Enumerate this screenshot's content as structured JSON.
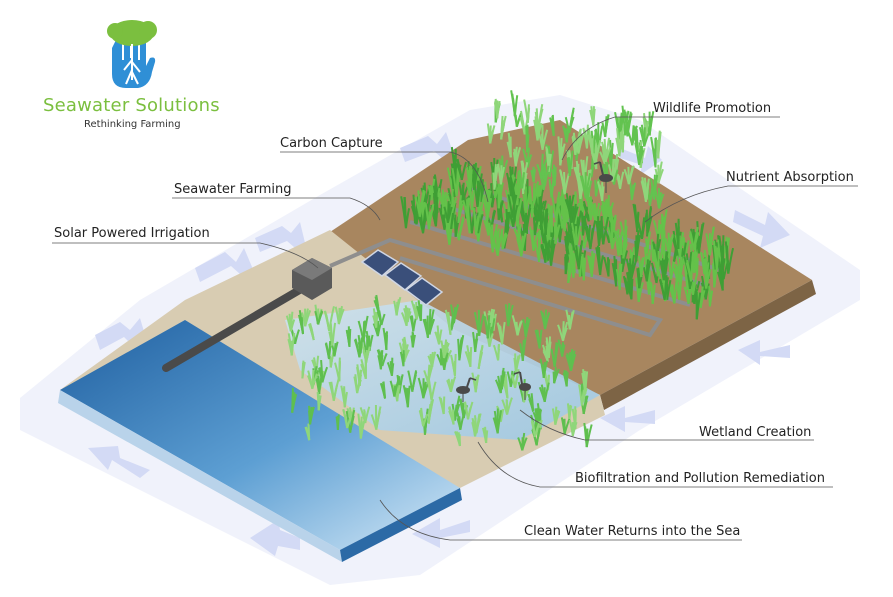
{
  "brand": {
    "name": "Seawater Solutions",
    "tagline": "Rethinking Farming",
    "logo_icon": "tree-hand-logo",
    "colors": {
      "green": "#7bbf3f",
      "blue": "#2f8fd6"
    }
  },
  "callouts": {
    "carbon_capture": "Carbon Capture",
    "seawater_farming": "Seawater Farming",
    "solar_irrigation": "Solar Powered Irrigation",
    "wildlife_promotion": "Wildlife Promotion",
    "nutrient_absorption": "Nutrient Absorption",
    "wetland_creation": "Wetland Creation",
    "biofiltration": "Biofiltration and Pollution Remediation",
    "clean_water": "Clean Water Returns into the Sea"
  },
  "palette": {
    "sea": "#3f86c2",
    "sea_light": "#b9d8ef",
    "sand": "#d7ccb3",
    "soil": "#a8865f",
    "plant": "#46a83a",
    "flow_arrow": "#d8def6"
  }
}
